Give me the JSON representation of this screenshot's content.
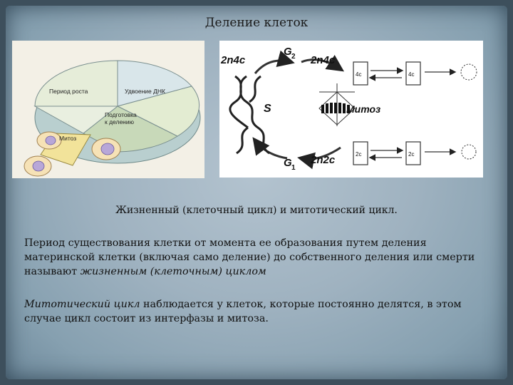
{
  "title": "Деление клеток",
  "left_figure": {
    "label_growth": "Период роста",
    "label_dna": "Удвоение ДНК",
    "label_prep_1": "Подготовка",
    "label_prep_2": "к делению",
    "label_mitosis": "Митоз"
  },
  "right_figure": {
    "label_2n4c_left": "2n4c",
    "label_2n4c_right": "2n4c",
    "label_g2": "G",
    "label_g2_sub": "2",
    "label_s": "S",
    "label_mitosis": "Митоз",
    "label_g1": "G",
    "label_g1_sub": "1",
    "label_2n2c": "2n2c",
    "box_4c_a": "4c",
    "box_4c_b": "4c",
    "box_2c_a": "2c",
    "box_2c_b": "2c"
  },
  "caption": "Жизненный (клеточный цикл) и митотический цикл.",
  "paragraph1": {
    "text": "Период существования клетки от момента ее образования путем деления материнской клетки (включая само деление) до собственного деления или смерти называют ",
    "emphasis": "жизненным (клеточным) циклом"
  },
  "paragraph2": {
    "emphasis": "Митотический цикл",
    "text": " наблюдается у клеток, которые постоянно делятся, в этом случае цикл состоит из интерфазы и митоза."
  }
}
